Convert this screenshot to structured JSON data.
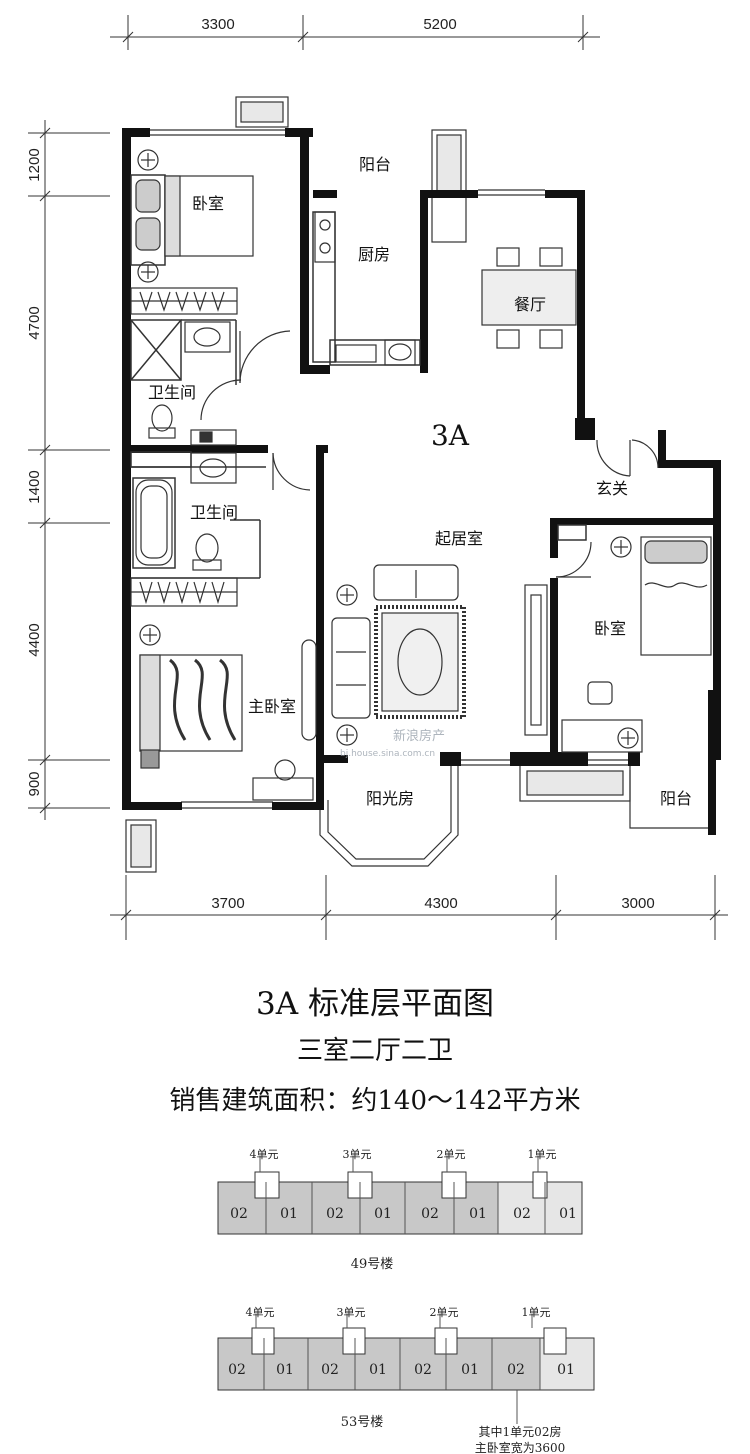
{
  "plan": {
    "unit_label": "3A",
    "dims_top": [
      "3300",
      "5200"
    ],
    "dims_left": [
      "1200",
      "4700",
      "1400",
      "4400",
      "900"
    ],
    "dims_bottom": [
      "3700",
      "4300",
      "3000"
    ],
    "rooms": {
      "balcony_top": "阳台",
      "bedroom_top": "卧室",
      "kitchen": "厨房",
      "dining": "餐厅",
      "bath_1": "卫生间",
      "bath_2": "卫生间",
      "living": "起居室",
      "foyer": "玄关",
      "bedroom_right": "卧室",
      "master": "主卧室",
      "sunroom": "阳光房",
      "balcony_right": "阳台"
    },
    "watermark_brand": "新浪房产",
    "watermark_url": "bj.house.sina.com.cn"
  },
  "titles": {
    "main": "3A 标准层平面图",
    "layout": "三室二厅二卫",
    "area": "销售建筑面积：约140～142平方米"
  },
  "key_plan_49": {
    "units_header": [
      "4单元",
      "3单元",
      "2单元",
      "1单元"
    ],
    "rooms": [
      "02",
      "01",
      "02",
      "01",
      "02",
      "01",
      "02",
      "01"
    ],
    "building": "49号楼"
  },
  "key_plan_53": {
    "units_header": [
      "4单元",
      "3单元",
      "2单元",
      "1单元"
    ],
    "rooms": [
      "02",
      "01",
      "02",
      "01",
      "02",
      "01",
      "02",
      "01"
    ],
    "building": "53号楼",
    "note_line1": "其中1单元02房",
    "note_line2": "主卧室宽为3600"
  }
}
